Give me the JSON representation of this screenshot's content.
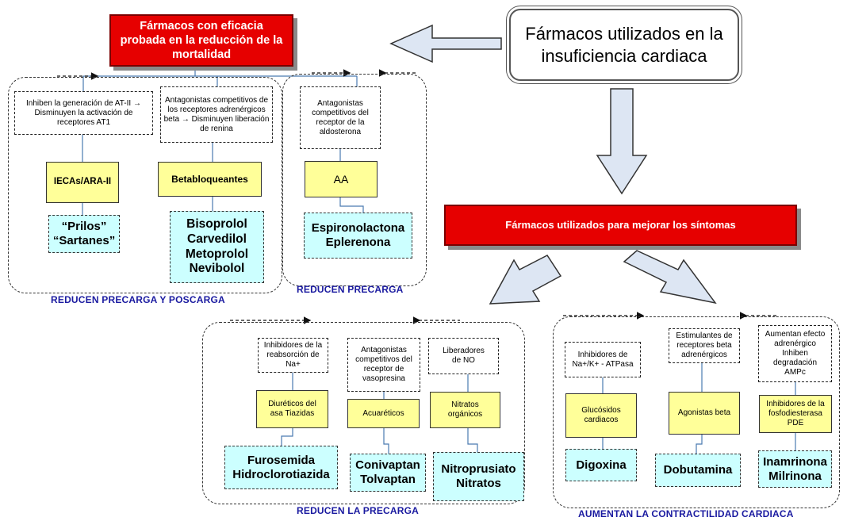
{
  "title_box": "Fármacos utilizados en la insuficiencia cardiaca",
  "mortality": {
    "header": "Fármacos con eficacia probada en la reducción de la mortalidad",
    "groups": {
      "left": "REDUCEN PRECARGA Y POSCARGA",
      "mid": "REDUCEN PRECARGA"
    },
    "columns": [
      {
        "mechanism": "Inhiben la generación de AT-II → Disminuyen la activación de receptores AT1",
        "drug_class": "IECAs/ARA-II",
        "examples": "“Prilos” “Sartanes”"
      },
      {
        "mechanism": "Antagonistas competitivos de los receptores adrenérgicos beta → Disminuyen liberación de renina",
        "drug_class": "Betabloqueantes",
        "examples": "Bisoprolol Carvedilol Metoprolol Nevibolol"
      },
      {
        "mechanism": "Antagonistas competitivos del receptor de la aldosterona",
        "drug_class": "AA",
        "examples": "Espironolactona Eplerenona"
      }
    ]
  },
  "symptoms": {
    "header": "Fármacos utilizados para mejorar los síntomas",
    "groups": {
      "left": "REDUCEN LA PRECARGA",
      "right": "AUMENTAN LA CONTRACTILIDAD CARDIACA"
    },
    "preload": [
      {
        "mechanism": "Inhibidores de la reabsorción de Na+",
        "drug_class": "Diuréticos del asa Tiazidas",
        "examples": "Furosemida Hidroclorotiazida"
      },
      {
        "mechanism": "Antagonistas competitivos del receptor de vasopresina",
        "drug_class": "Acuaréticos",
        "examples": "Conivaptan Tolvaptan"
      },
      {
        "mechanism": "Liberadores de NO",
        "drug_class": "Nitratos orgánicos",
        "examples": "Nitroprusiato Nitratos"
      }
    ],
    "contractility": [
      {
        "mechanism": "Inhibidores de Na+/K+ - ATPasa",
        "drug_class": "Glucósidos cardiacos",
        "examples": "Digoxina"
      },
      {
        "mechanism": "Estimulantes de receptores beta adrenérgicos",
        "drug_class": "Agonistas beta",
        "examples": "Dobutamina"
      },
      {
        "mechanism": "Aumentan efecto adrenérgico Inhiben degradación AMPc",
        "drug_class": "Inhibidores de la fosfodiesterasa PDE",
        "examples": "Inamrinona Milrinona"
      }
    ]
  },
  "colors": {
    "red_header": "#e60000",
    "yellow_box": "#ffff99",
    "cyan_box": "#ccffff",
    "group_label": "#1a1aa0",
    "arrow_fill": "#dde6f3"
  }
}
